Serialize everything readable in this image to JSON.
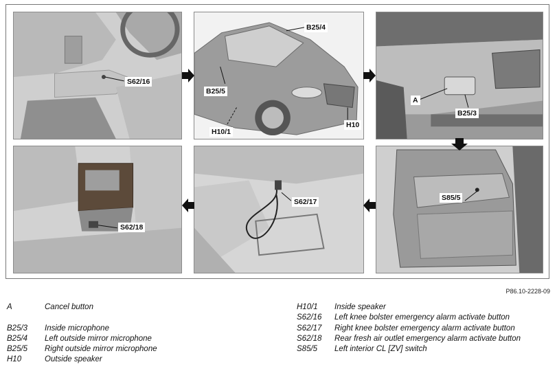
{
  "figure": {
    "reference_id": "P86.10-2228-09",
    "panels": [
      {
        "id": "driver-footwell",
        "callouts": [
          "S62/16"
        ]
      },
      {
        "id": "vehicle-exterior",
        "callouts": [
          "B25/4",
          "B25/5",
          "H10/1",
          "H10"
        ]
      },
      {
        "id": "overhead-console",
        "callouts": [
          "A",
          "B25/3"
        ]
      },
      {
        "id": "rear-console",
        "callouts": [
          "S62/18"
        ]
      },
      {
        "id": "passenger-footwell",
        "callouts": [
          "S62/17"
        ]
      },
      {
        "id": "driver-door",
        "callouts": [
          "S85/5"
        ]
      }
    ]
  },
  "legend": {
    "left": [
      {
        "code": "A",
        "desc": "Cancel button"
      },
      {
        "code": "B25/3",
        "desc": "Inside microphone"
      },
      {
        "code": "B25/4",
        "desc": "Left outside mirror microphone"
      },
      {
        "code": "B25/5",
        "desc": "Right outside mirror microphone"
      },
      {
        "code": "H10",
        "desc": "Outside speaker"
      }
    ],
    "right": [
      {
        "code": "H10/1",
        "desc": "Inside speaker"
      },
      {
        "code": "S62/16",
        "desc": "Left knee bolster emergency alarm activate button"
      },
      {
        "code": "S62/17",
        "desc": "Right knee bolster emergency alarm activate button"
      },
      {
        "code": "S62/18",
        "desc": "Rear fresh air outlet emergency alarm activate button"
      },
      {
        "code": "S85/5",
        "desc": "Left interior CL [ZV] switch"
      }
    ]
  },
  "colors": {
    "line": "#111111",
    "arrow": "#111111",
    "panel_border": "#8a8a8a"
  }
}
